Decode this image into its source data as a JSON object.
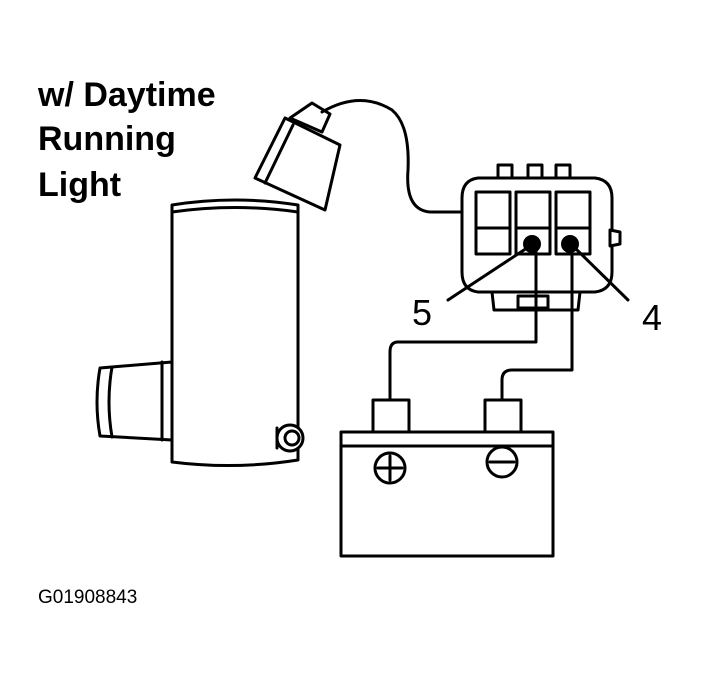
{
  "title": {
    "line1": "w/ Daytime",
    "line2": "Running",
    "line3": "Light"
  },
  "pins": {
    "left": "5",
    "right": "4"
  },
  "figure_id": "G01908843"
}
